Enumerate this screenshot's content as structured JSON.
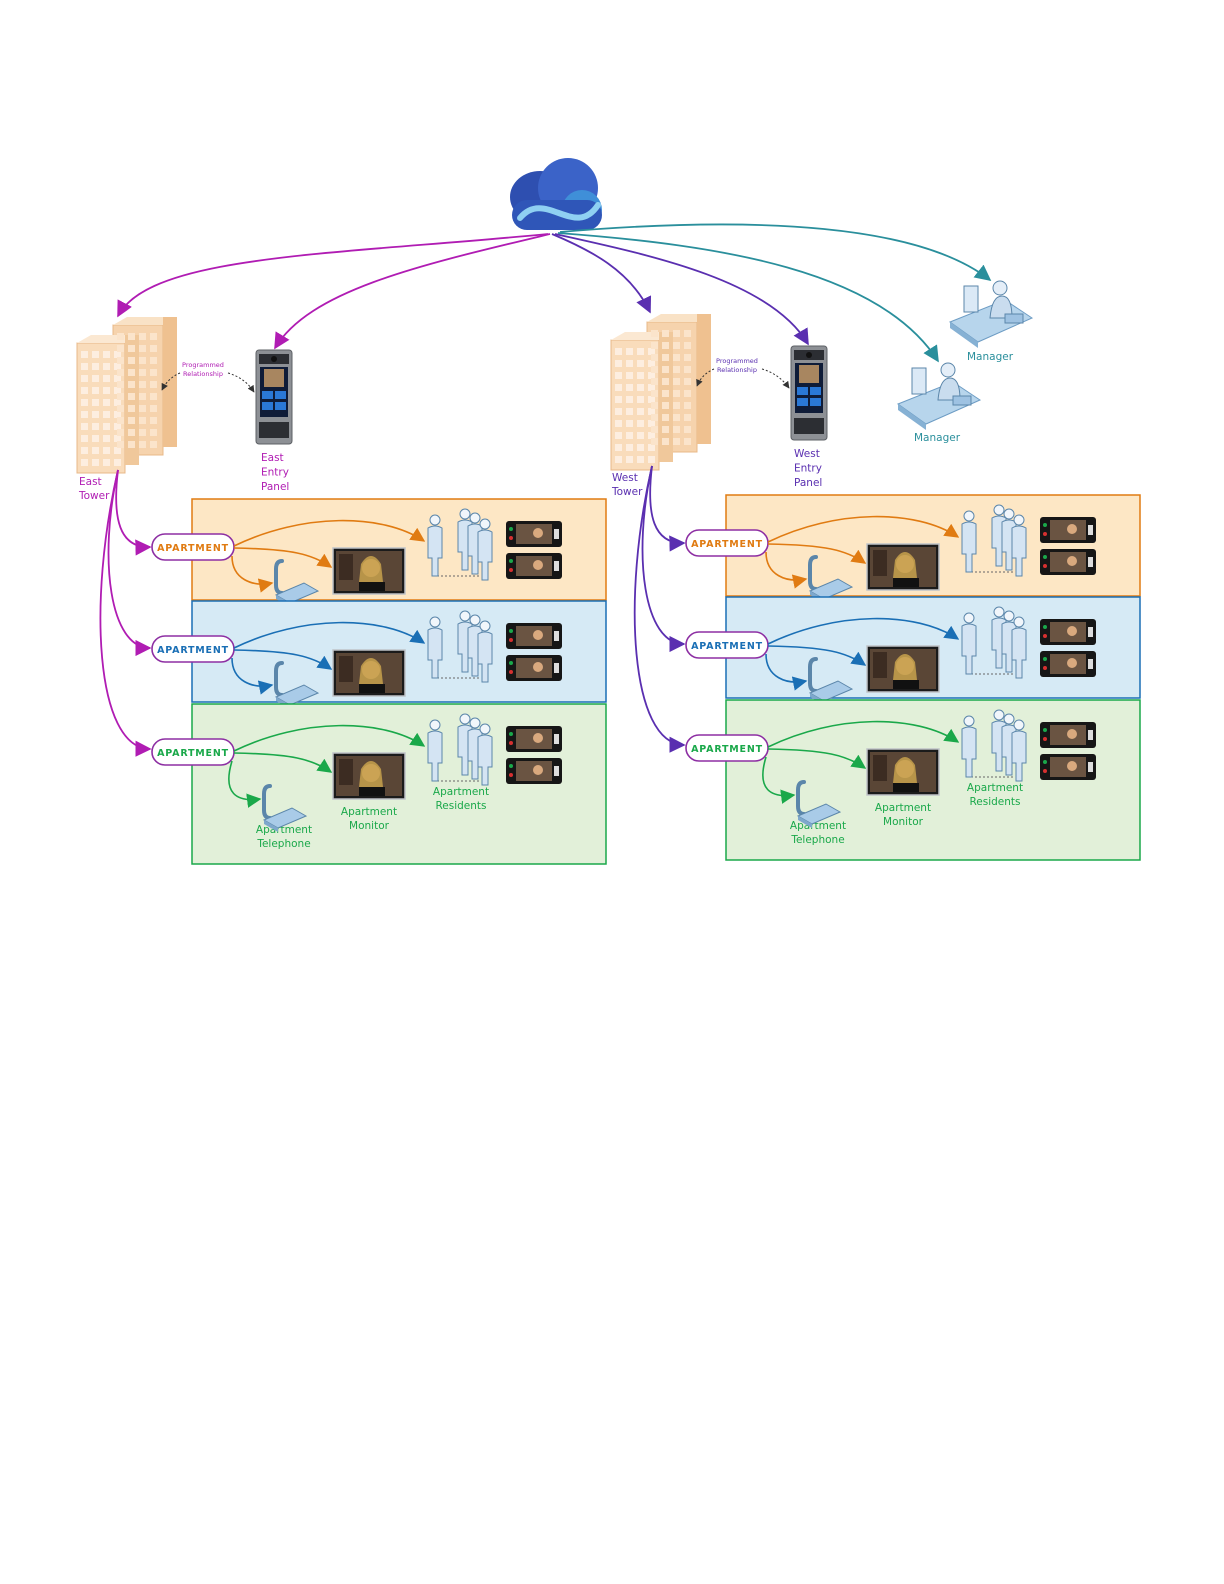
{
  "colors": {
    "magenta": "#b01cb3",
    "purple": "#5a2fb0",
    "teal": "#2a8f9c",
    "orange": "#e07b12",
    "blue": "#1a6fb5",
    "green": "#1aa84a",
    "orange_fill": "#fde7c5",
    "blue_fill": "#d6eaf5",
    "green_fill": "#e2f0d9"
  },
  "cloud": {
    "icon": "cloud-icon"
  },
  "east": {
    "tower_label": [
      "East",
      "Tower"
    ],
    "panel_label": [
      "East",
      "Entry",
      "Panel"
    ],
    "relationship_label": [
      "Programmed",
      "Relationship"
    ]
  },
  "west": {
    "tower_label": [
      "West",
      "Tower"
    ],
    "panel_label": [
      "West",
      "Entry",
      "Panel"
    ],
    "relationship_label": [
      "Programmed",
      "Relationship"
    ]
  },
  "managers": [
    {
      "label": "Manager"
    },
    {
      "label": "Manager"
    }
  ],
  "apartment_label": "APARTMENT",
  "device_labels": {
    "telephone": [
      "Apartment",
      "Telephone"
    ],
    "monitor": [
      "Apartment",
      "Monitor"
    ],
    "residents": [
      "Apartment",
      "Residents"
    ]
  }
}
